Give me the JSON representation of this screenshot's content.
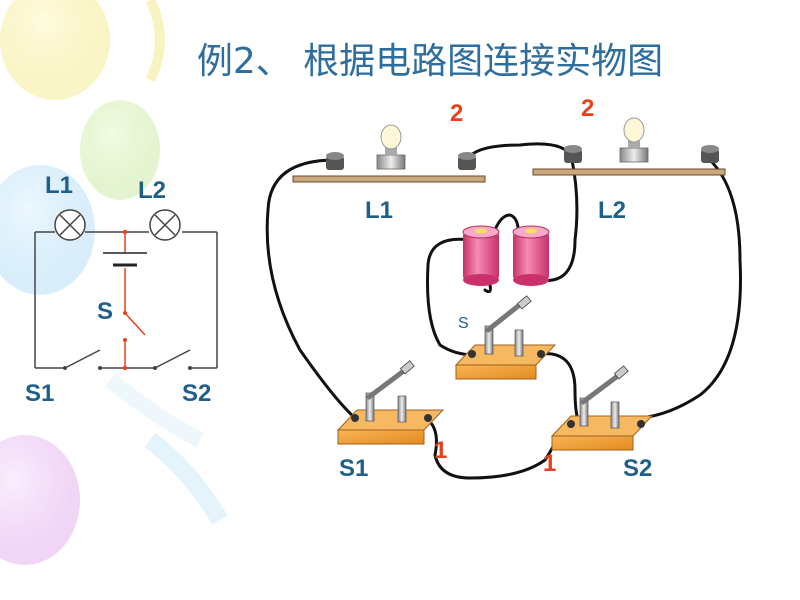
{
  "title": "例2、 根据电路图连接实物图",
  "schematic": {
    "lamp1_label": "L1",
    "lamp2_label": "L2",
    "switch_s_label": "S",
    "switch_s1_label": "S1",
    "switch_s2_label": "S2"
  },
  "physical": {
    "lamp1_label": "L1",
    "lamp2_label": "L2",
    "switch_s_label": "S",
    "switch_s1_label": "S1",
    "switch_s2_label": "S2",
    "marker_left_top": "2",
    "marker_right_top": "2",
    "marker_s1": "1",
    "marker_s2": "1"
  },
  "colors": {
    "title": "#2e6e9e",
    "label": "#1f5f8b",
    "marker": "#e8401c",
    "schematic_highlight": "#e8401c",
    "battery": "#e8578a",
    "switch_base": "#f0a040"
  }
}
